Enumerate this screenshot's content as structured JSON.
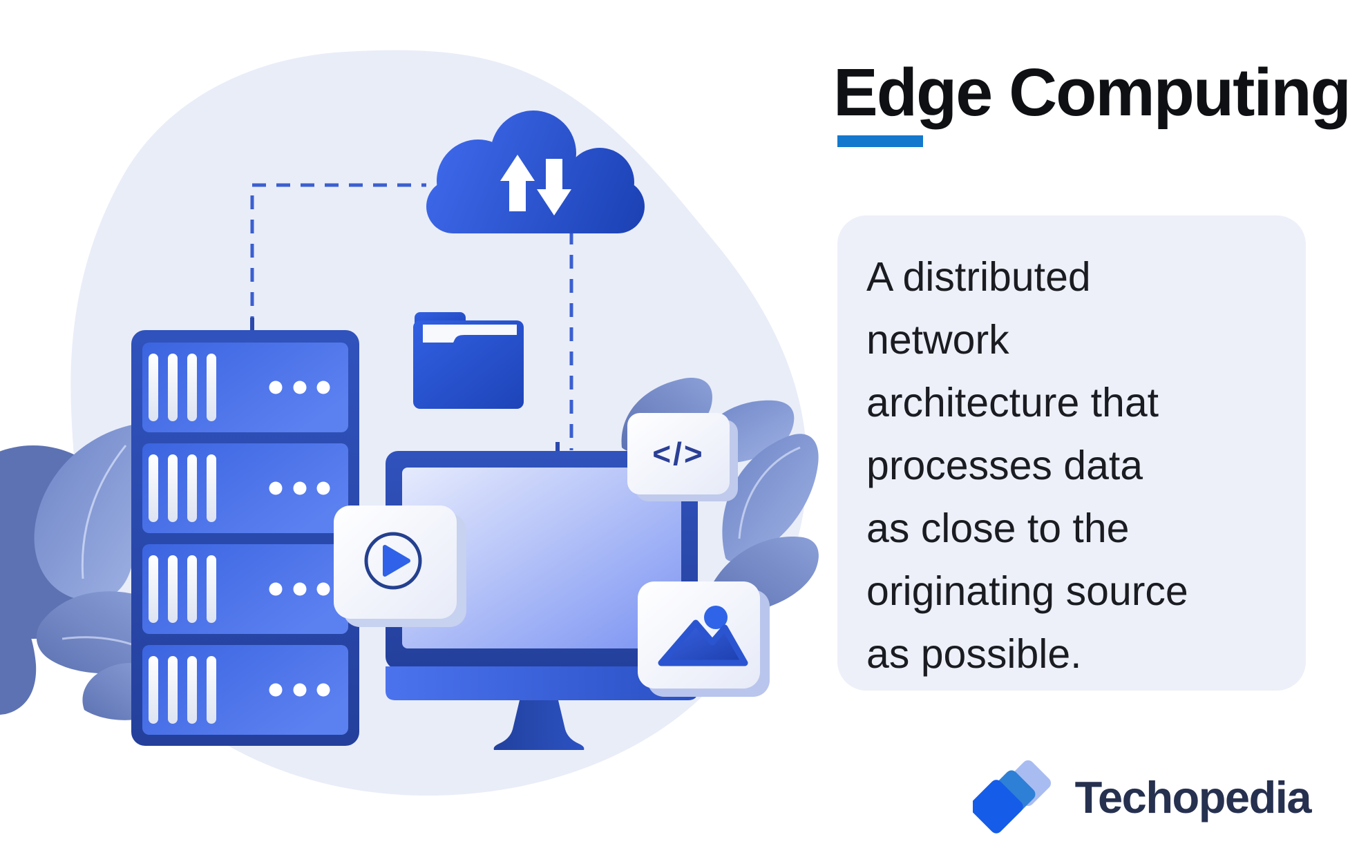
{
  "header": {
    "title": "Edge Computing"
  },
  "definition": {
    "full_text": "A distributed network architecture that processes data as close to the originating source as possible.",
    "lines": [
      "A distributed",
      "network",
      "architecture that",
      "processes data",
      "as close to the",
      "originating source",
      "as possible."
    ]
  },
  "illustration": {
    "code_label": "</>",
    "icons": [
      "cloud-upload-download-icon",
      "server-rack-icon",
      "folder-icon",
      "monitor-icon",
      "play-video-icon",
      "code-icon",
      "image-icon",
      "plant-leaves-decoration"
    ]
  },
  "brand": {
    "name": "Techopedia"
  },
  "colors": {
    "accent_underline": "#1478cd",
    "primary_blue": "#2f62e8",
    "deep_blue": "#24408f",
    "cloud_gradient": [
      "#3f6aec",
      "#1b41b4"
    ],
    "server_frame": "#2b49ac",
    "server_unit_gradient": [
      "#3b64e0",
      "#5b80f0"
    ],
    "leaf_muted_blue": [
      "#6d84c6",
      "#9fb2e4"
    ],
    "background_blob": "#e9edf8",
    "definition_card_bg": "#edf0f9",
    "brand_navy": "#26304f",
    "brand_mark_blues": [
      "#155ce8",
      "#2e80d6",
      "#a9bcf2"
    ]
  }
}
